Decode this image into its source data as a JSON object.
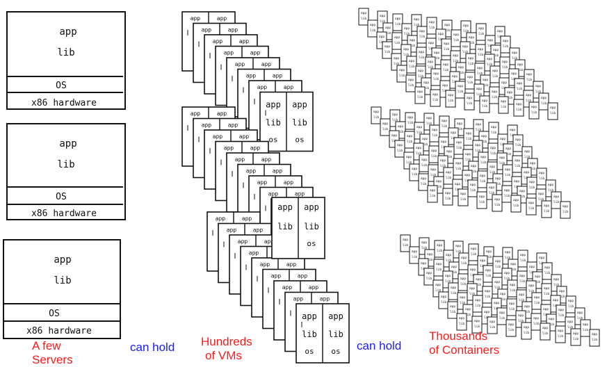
{
  "server_stack": {
    "app": "app",
    "lib": "lib",
    "os": "OS",
    "hardware": "x86 hardware"
  },
  "vm_stack": {
    "app": "app",
    "lib": "lib",
    "os": "os"
  },
  "container": {
    "app": "app",
    "lib": "lib"
  },
  "captions": {
    "few_servers_line1": "A few",
    "few_servers_line2": "Servers",
    "can_hold_1": "can hold",
    "hundreds_line1": "Hundreds",
    "hundreds_line2": "of VMs",
    "can_hold_2": "can hold",
    "thousands_line1": "Thousands",
    "thousands_line2": "of Containers"
  },
  "colors": {
    "caption_red": "#ff1a1a",
    "caption_blue": "#1a1aff",
    "sketch_line": "#111111"
  }
}
